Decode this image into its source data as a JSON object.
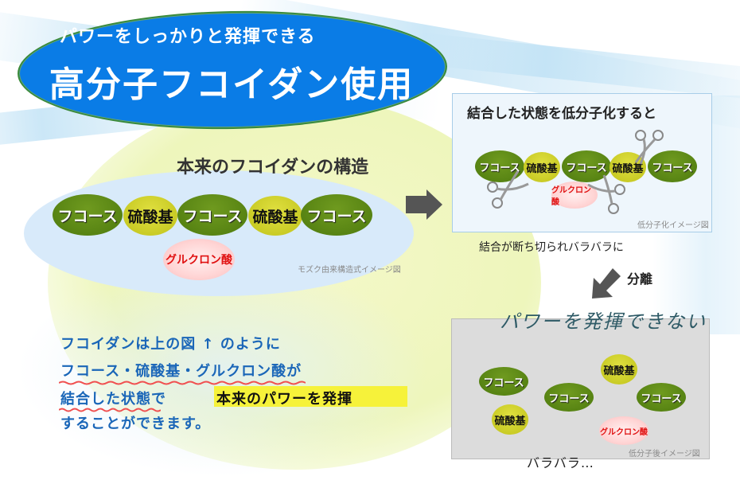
{
  "title": {
    "subtitle": "パワーをしっかりと発揮できる",
    "main": "高分子フコイダン使用"
  },
  "original_structure": {
    "heading": "本来のフコイダンの構造",
    "chain": [
      "フコース",
      "硫酸基",
      "フコース",
      "硫酸基",
      "フコース"
    ],
    "branch": "グルクロン酸",
    "caption": "モズク由来構造式イメージ図"
  },
  "low_molecular": {
    "heading": "結合した状態を低分子化すると",
    "chain": [
      "フコース",
      "硫酸基",
      "フコース",
      "硫酸基",
      "フコース"
    ],
    "branch": "グルクロン酸",
    "caption": "低分子化イメージ図"
  },
  "separation": {
    "text": "結合が断ち切られバラバラに",
    "label": "分離"
  },
  "after": {
    "banner": "パワーを発揮できない",
    "items": [
      "フコース",
      "硫酸基",
      "フコース",
      "フコース",
      "硫酸基",
      "グルクロン酸"
    ],
    "caption": "低分子後イメージ図",
    "scatter_text": "バラバラ…"
  },
  "explanation": {
    "line1": "フコイダンは上の図 ↑ のように",
    "line2": "フコース・硫酸基・グルクロン酸が",
    "line3a": "結合した状態で",
    "line3b": "本来のパワーを発揮",
    "line4": "することができます。"
  },
  "colors": {
    "title_blue": "#0a7ce6",
    "fucose_green": "#4d7a0e",
    "sulfate_yellow": "#c8c820",
    "glucuronic_red": "#e01010",
    "text_blue": "#1a66b8",
    "highlight_yellow": "#f6f23a",
    "wavy_red": "#f05050"
  }
}
